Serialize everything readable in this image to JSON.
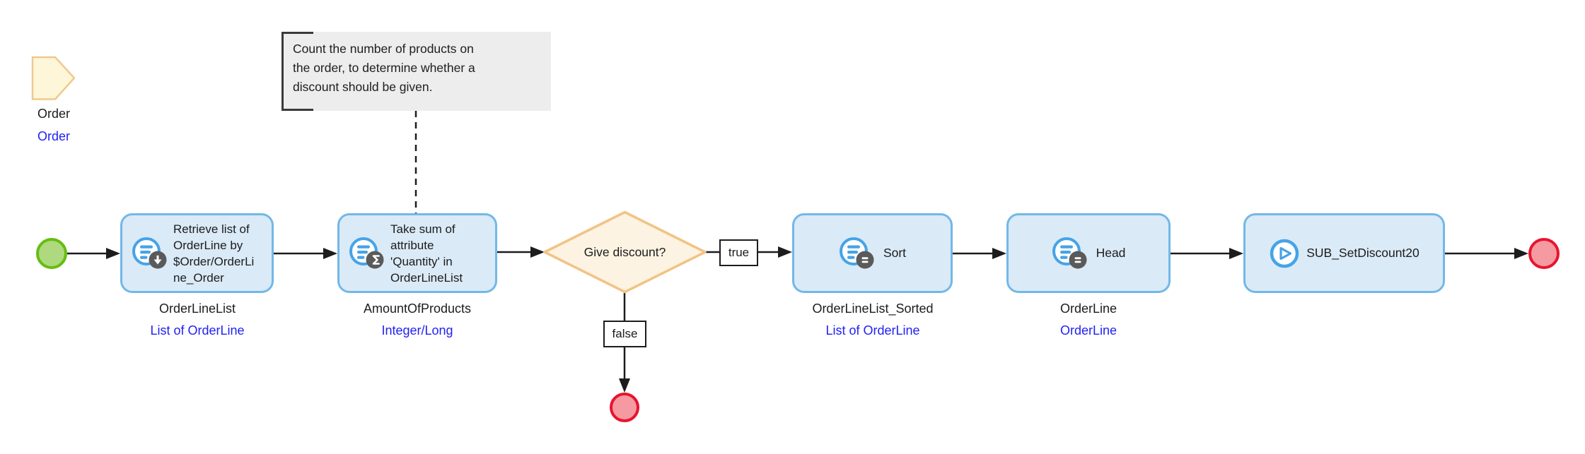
{
  "diagram": {
    "type": "microflow",
    "parameter": {
      "name": "Order",
      "type": "Order",
      "icon": "parameter-pentagon-icon"
    },
    "annotation": "Count the number of products on\nthe order, to determine whether a\ndiscount should be given.",
    "activities": {
      "retrieve": {
        "caption": "Retrieve list of\nOrderLine by\n$Order/OrderLi\nne_Order",
        "icon": "retrieve-list-icon",
        "variable": "OrderLineList",
        "variable_type": "List of OrderLine"
      },
      "aggregate": {
        "caption": "Take sum of\nattribute\n'Quantity' in\nOrderLineList",
        "icon": "aggregate-sum-icon",
        "variable": "AmountOfProducts",
        "variable_type": "Integer/Long"
      },
      "sort": {
        "caption": "Sort",
        "icon": "sort-list-icon",
        "variable": "OrderLineList_Sorted",
        "variable_type": "List of OrderLine"
      },
      "head": {
        "caption": "Head",
        "icon": "head-list-icon",
        "variable": "OrderLine",
        "variable_type": "OrderLine"
      },
      "subcall": {
        "caption": "SUB_SetDiscount20",
        "icon": "call-microflow-icon"
      }
    },
    "decision": {
      "caption": "Give discount?",
      "true_label": "true",
      "false_label": "false"
    },
    "events": {
      "start": "start-event",
      "end_main": "end-event",
      "end_false": "end-event"
    },
    "colors": {
      "activity_fill": "#daeaf7",
      "activity_border": "#72b8e7",
      "decision_fill": "#fdf3e2",
      "decision_border": "#f2c386",
      "parameter_fill": "#fdf6d9",
      "parameter_border": "#f0c98c",
      "start_fill": "#aed97f",
      "start_border": "#66bd11",
      "end_fill": "#f49aa0",
      "end_border": "#e8142f",
      "variable_type_text": "#2121f3",
      "annotation_bg": "#ededed",
      "icon_blue": "#45a3e8",
      "icon_badge_gray": "#5a5a5a",
      "connector": "#1c1c1c"
    }
  }
}
